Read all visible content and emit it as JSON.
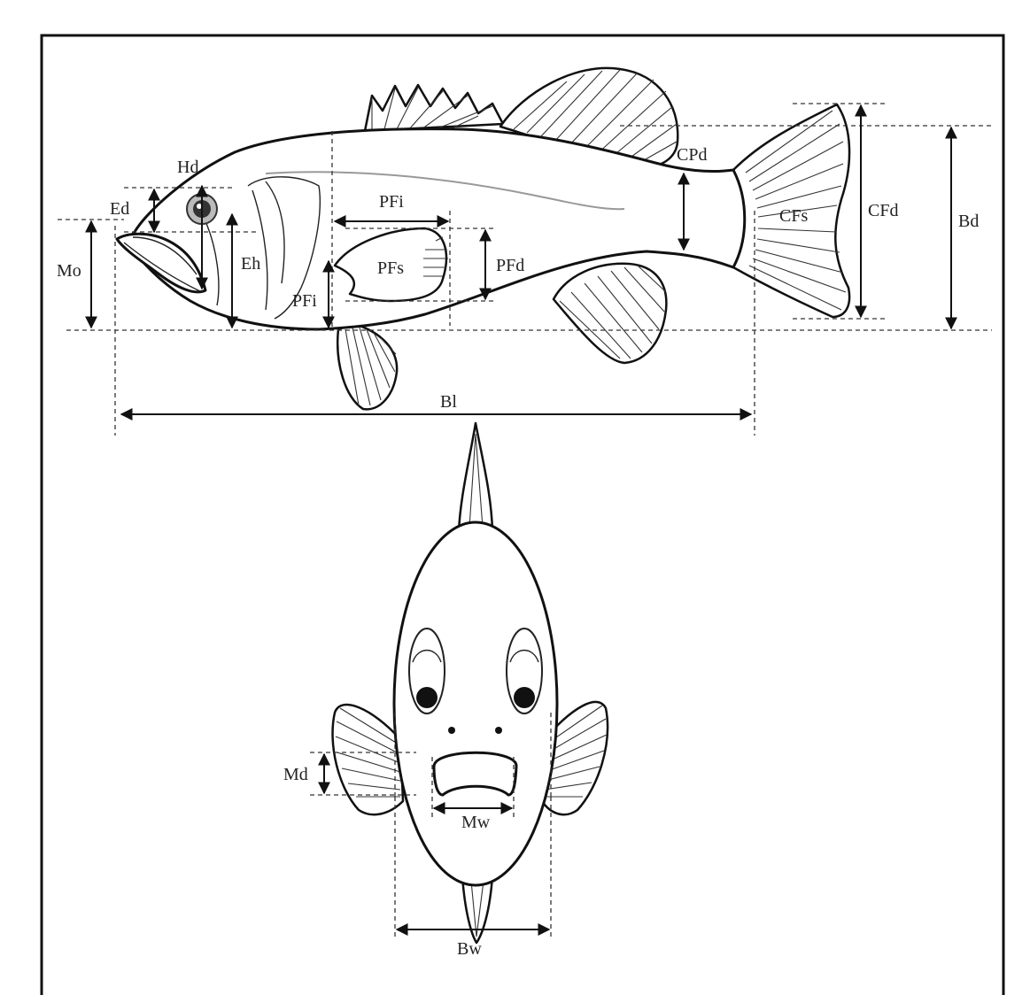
{
  "labels": {
    "hd": "Hd",
    "ed": "Ed",
    "mo": "Mo",
    "eh": "Eh",
    "pfi_top": "PFi",
    "pfs": "PFs",
    "pfd": "PFd",
    "pfi_bottom": "PFi",
    "cpd": "CPd",
    "cfs": "CFs",
    "cfd": "CFd",
    "bd": "Bd",
    "bl": "Bl",
    "md": "Md",
    "mw": "Mw",
    "bw": "Bw"
  }
}
